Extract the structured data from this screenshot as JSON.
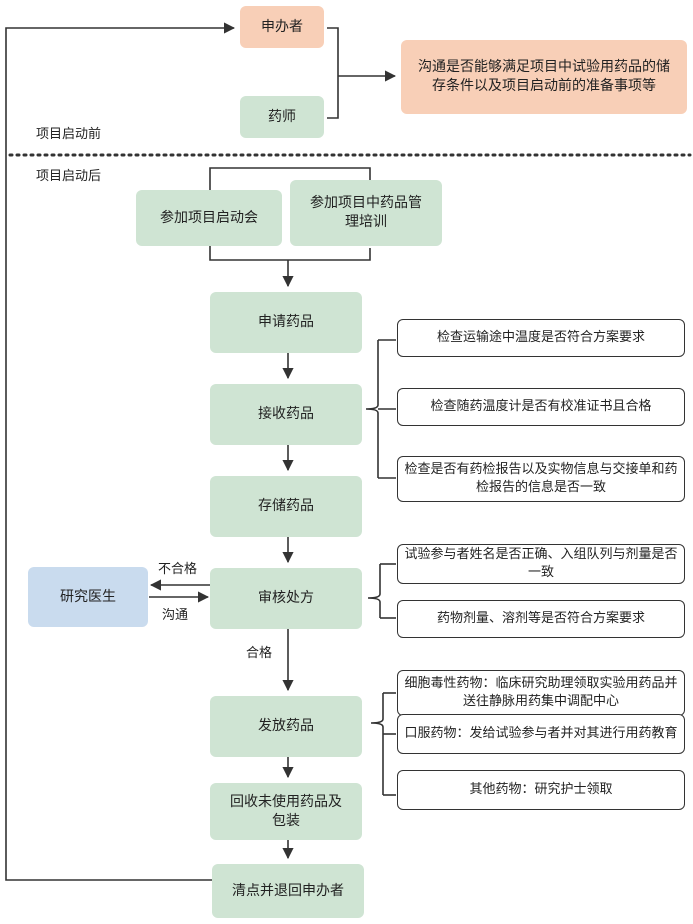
{
  "labels": {
    "before": "项目启动前",
    "after": "项目启动后",
    "fail": "不合格",
    "communicate": "沟通",
    "pass": "合格"
  },
  "nodes": {
    "sponsor": "申办者",
    "pharmacist": "药师",
    "sponsor_note": "沟通是否能够满足项目中试验用药品的储存条件以及项目启动前的准备事项等",
    "kickoff": "参加项目启动会",
    "training": "参加项目中药品管理培训",
    "apply": "申请药品",
    "receive": "接收药品",
    "store": "存储药品",
    "review": "审核处方",
    "doctor": "研究医生",
    "dispense": "发放药品",
    "recycle": "回收未使用药品及包装",
    "return": "清点并退回申办者"
  },
  "receive_checks": [
    "检查运输途中温度是否符合方案要求",
    "检查随药温度计是否有校准证书且合格",
    "检查是否有药检报告以及实物信息与交接单和药检报告的信息是否一致"
  ],
  "review_checks": [
    "试验参与者姓名是否正确、入组队列与剂量是否一致",
    "药物剂量、溶剂等是否符合方案要求"
  ],
  "dispense_rules": [
    "细胞毒性药物：临床研究助理领取实验用药品并送往静脉用药集中调配中心",
    "口服药物：发给试验参与者并对其进行用药教育",
    "其他药物：研究护士领取"
  ],
  "colors": {
    "green": "#cfe4d3",
    "peach": "#f8cfb7",
    "blue": "#c9dbee",
    "line": "#333333"
  }
}
